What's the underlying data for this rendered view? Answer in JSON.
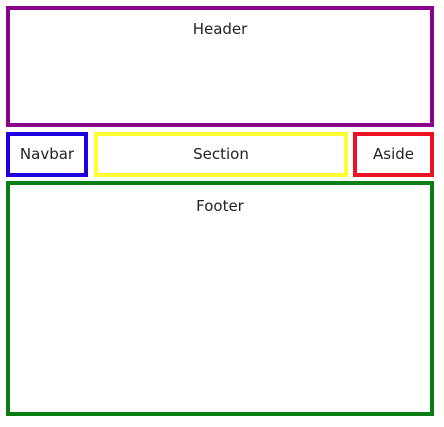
{
  "colors": {
    "header": "#8b008b",
    "navbar": "#1f00e0",
    "section": "#ffff33",
    "aside": "#ee1122",
    "footer": "#0a7d14"
  },
  "header": {
    "label": "Header"
  },
  "navbar": {
    "label": "Navbar"
  },
  "section": {
    "label": "Section"
  },
  "aside": {
    "label": "Aside"
  },
  "footer": {
    "label": "Footer"
  }
}
